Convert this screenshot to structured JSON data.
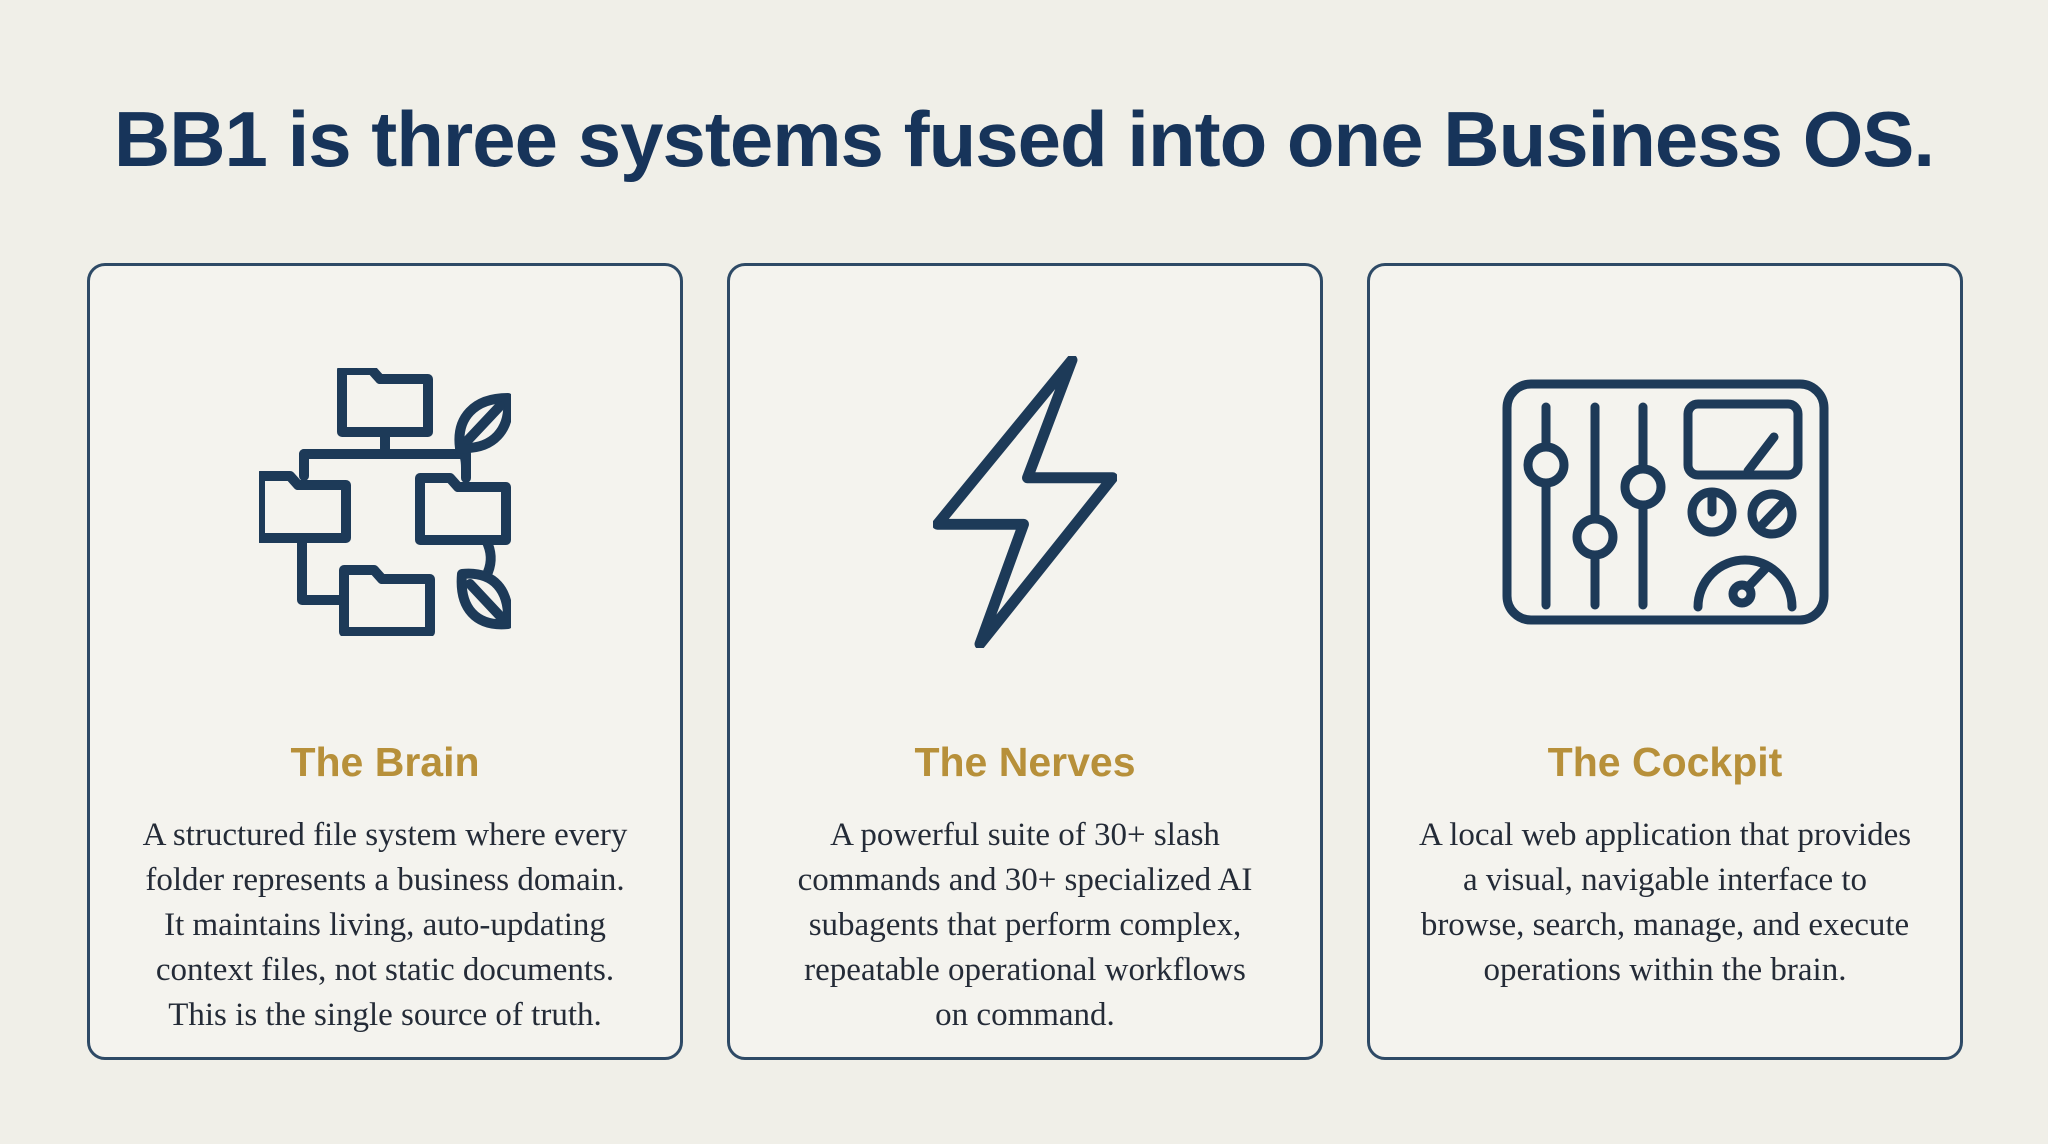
{
  "page": {
    "title": "BB1 is three systems fused into one Business OS.",
    "background_color": "#f0efe8"
  },
  "colors": {
    "navy_icon_stroke": "#1d3a58",
    "title_navy": "#17345a",
    "gold": "#b7903a",
    "body_text": "#242b37",
    "card_border": "#2e4a66",
    "card_background": "#f4f3ee"
  },
  "cards": [
    {
      "icon": "folder-tree-icon",
      "title": "The Brain",
      "description": "A structured file system where every\nfolder represents a business domain.\nIt maintains living, auto-updating\ncontext files, not static documents.\nThis is the single source of truth."
    },
    {
      "icon": "lightning-bolt-icon",
      "title": "The Nerves",
      "description": "A powerful suite of 30+ slash\ncommands and 30+ specialized AI\nsubagents that perform complex,\nrepeatable operational workflows\non command."
    },
    {
      "icon": "control-panel-icon",
      "title": "The Cockpit",
      "description": "A local web application that provides\na visual, navigable interface to\nbrowse, search, manage, and execute\noperations within the brain."
    }
  ]
}
